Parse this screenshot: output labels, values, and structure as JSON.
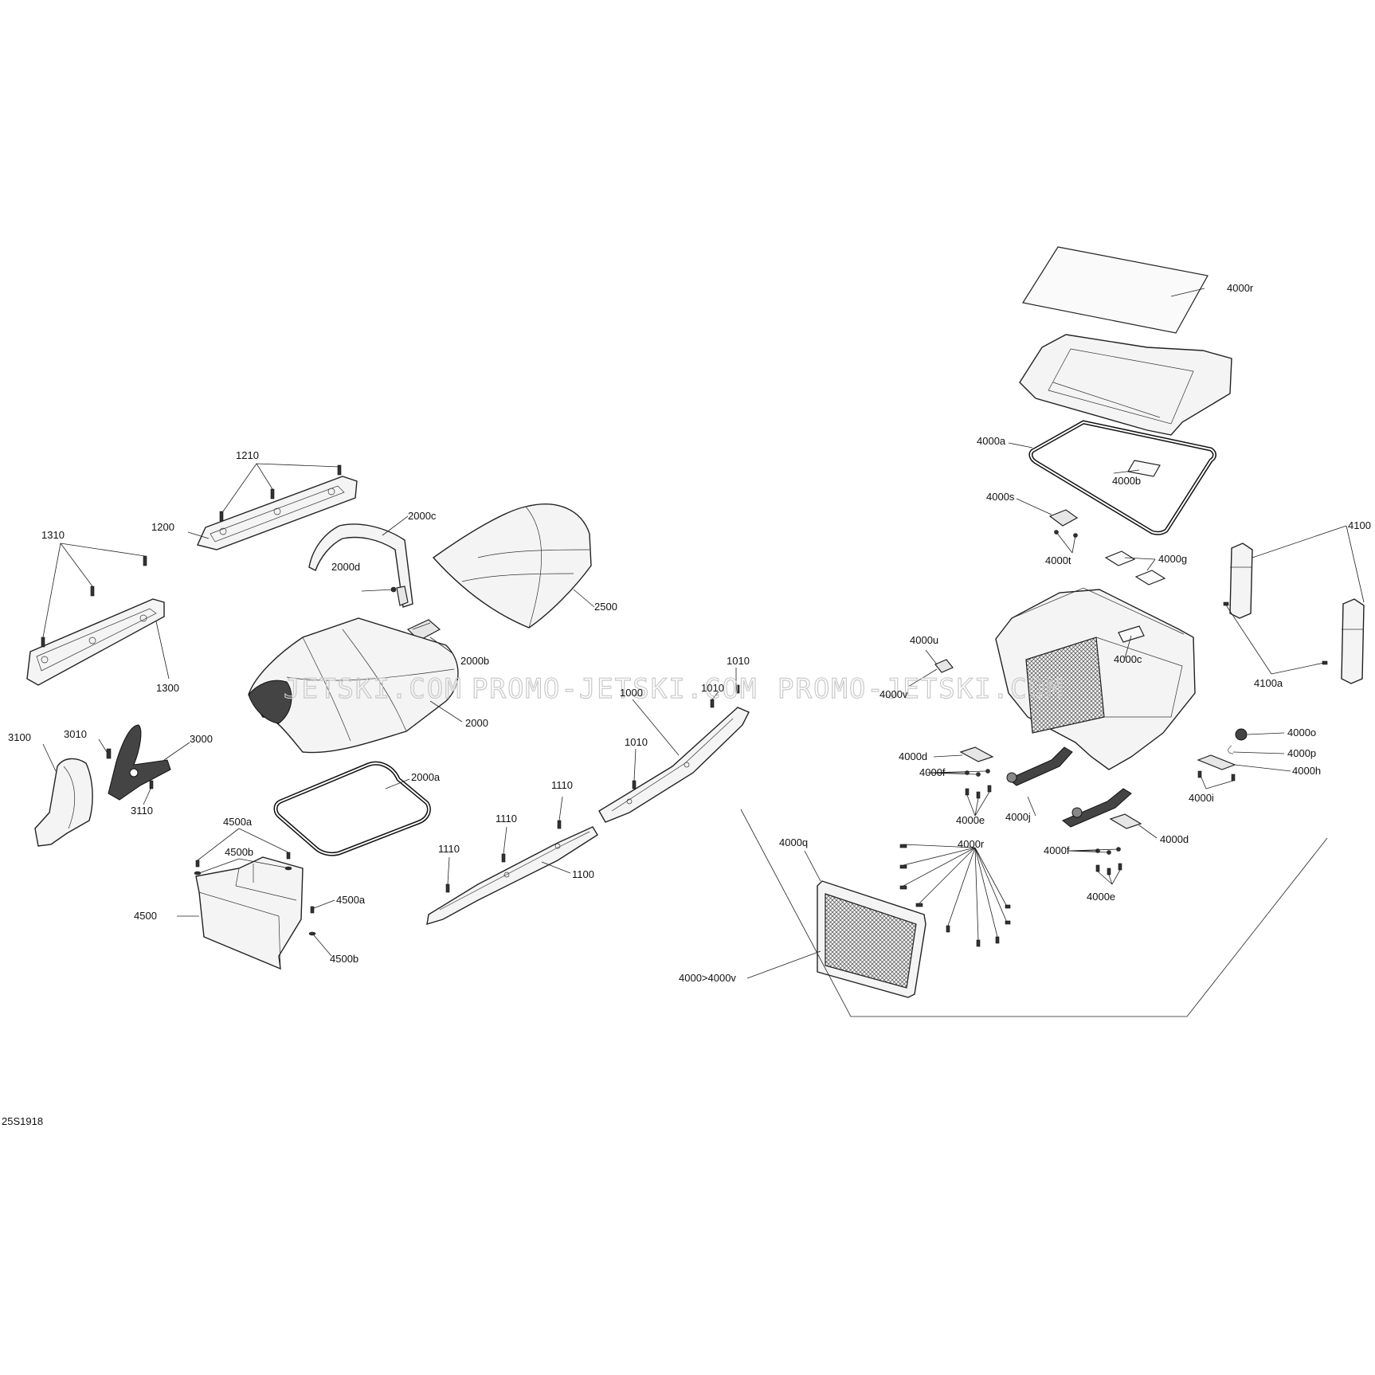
{
  "diagram_id": "25S1918",
  "watermarks": [
    "JETSKI.COM",
    "PROMO-JETSKI.COM",
    "PROMO-JETSKI.COM"
  ],
  "callouts": {
    "c1210": "1210",
    "c1200": "1200",
    "c1310": "1310",
    "c1300": "1300",
    "c2000c": "2000c",
    "c2000d": "2000d",
    "c2000b": "2000b",
    "c2500": "2500",
    "c2000": "2000",
    "c2000a": "2000a",
    "c3100": "3100",
    "c3010": "3010",
    "c3000": "3000",
    "c3110": "3110",
    "c1000": "1000",
    "c1010a": "1010",
    "c1010b": "1010",
    "c1010c": "1010",
    "c1110a": "1110",
    "c1110b": "1110",
    "c1110c": "1110",
    "c1100": "1100",
    "c4500a1": "4500a",
    "c4500b1": "4500b",
    "c4500": "4500",
    "c4500a2": "4500a",
    "c4500b2": "4500b",
    "c4000r1": "4000r",
    "c4000a": "4000a",
    "c4000b": "4000b",
    "c4000s": "4000s",
    "c4000t": "4000t",
    "c4000g": "4000g",
    "c4100": "4100",
    "c4100a": "4100a",
    "c4000u": "4000u",
    "c4000v": "4000v",
    "c4000c": "4000c",
    "c4000o": "4000o",
    "c4000p": "4000p",
    "c4000h": "4000h",
    "c4000i": "4000i",
    "c4000d1": "4000d",
    "c4000f1": "4000f",
    "c4000e1": "4000e",
    "c4000j": "4000j",
    "c4000d2": "4000d",
    "c4000f2": "4000f",
    "c4000e2": "4000e",
    "c4000q": "4000q",
    "c4000r2": "4000r",
    "c4000range": "4000>4000v"
  }
}
